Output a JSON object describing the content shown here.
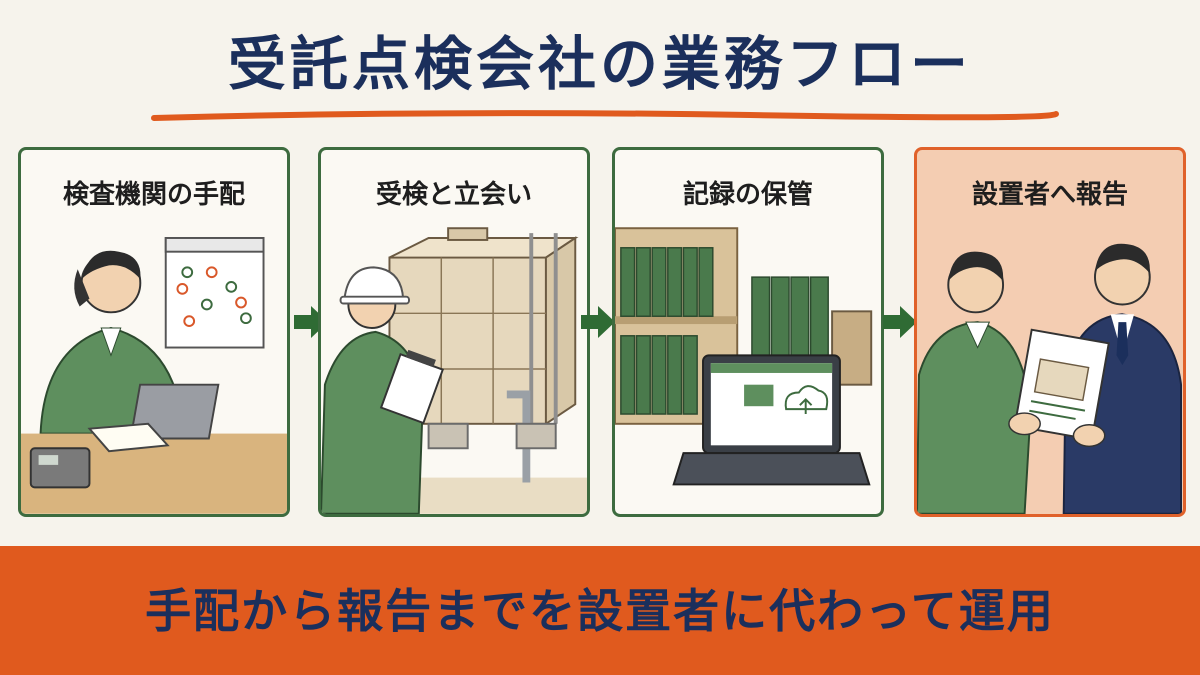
{
  "title": "受託点検会社の業務フロー",
  "steps": [
    {
      "label": "検査機関の手配"
    },
    {
      "label": "受検と立会い"
    },
    {
      "label": "記録の保管"
    },
    {
      "label": "設置者へ報告"
    }
  ],
  "footer": "手配から報告までを設置者に代わって運用",
  "colors": {
    "title": "#1b2f5c",
    "accent": "#e05a1e",
    "step_border": "#3d6b3f",
    "highlight_border": "#e0612a",
    "highlight_bg": "#f4cdb2",
    "arrow": "#2f6b34",
    "uniform": "#5e8f5e",
    "suit": "#2a3a66"
  }
}
